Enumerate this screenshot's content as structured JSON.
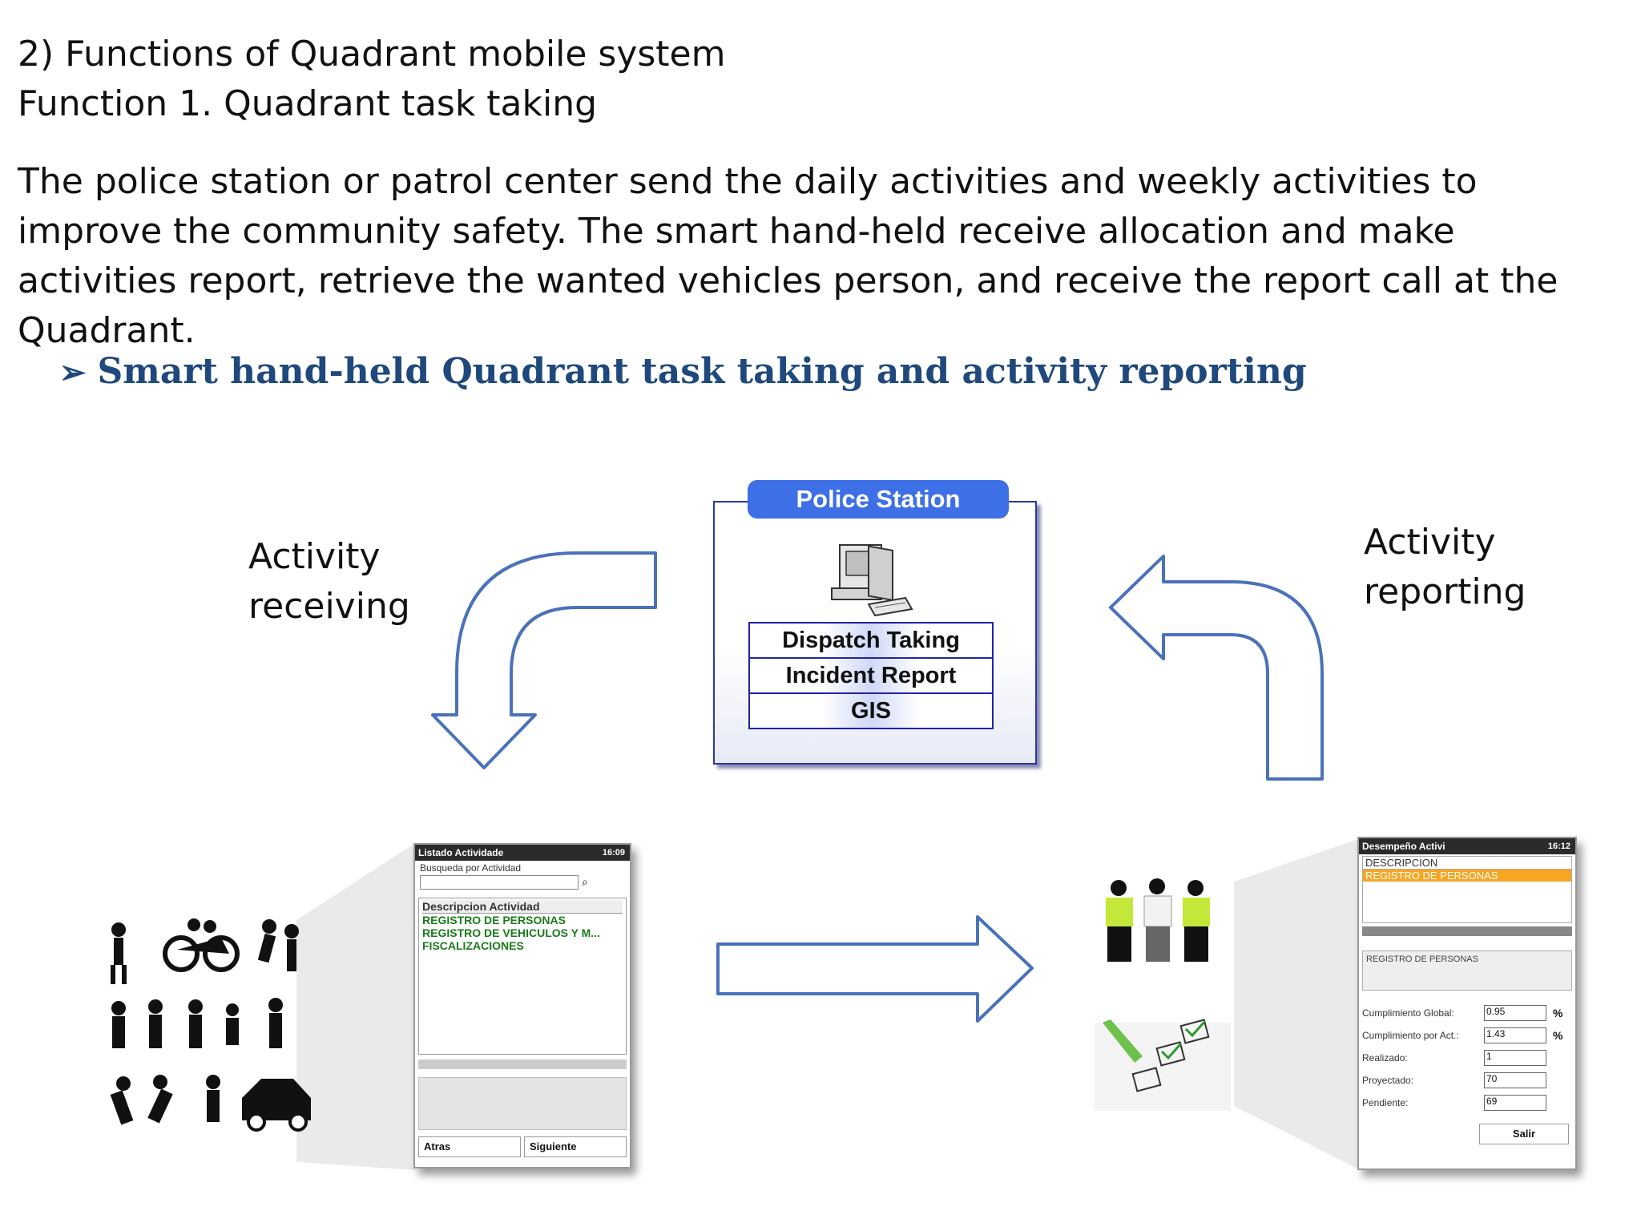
{
  "heading": {
    "line1": "2) Functions of Quadrant mobile system",
    "line2": "Function 1. Quadrant task taking"
  },
  "paragraph": "The police station or patrol center send the daily activities and weekly activities to improve the community safety. The smart hand-held receive allocation and make activities report, retrieve the wanted vehicles person, and receive the report call at the Quadrant.",
  "subtitle": {
    "bullet": "➢",
    "text": "Smart hand-held Quadrant task taking and activity reporting"
  },
  "labels": {
    "receiving_line1": "Activity",
    "receiving_line2": "receiving",
    "reporting_line1": "Activity",
    "reporting_line2": "reporting"
  },
  "station": {
    "title": "Police Station",
    "items": [
      "Dispatch Taking",
      "Incident Report",
      "GIS"
    ],
    "icon": "computer-icon"
  },
  "left_screen": {
    "status_title": "Listado Actividade",
    "status_time": "16:09",
    "search_label": "Busqueda por Actividad",
    "list_header": "Descripcion Actividad",
    "items": [
      "REGISTRO DE PERSONAS",
      "REGISTRO DE VEHICULOS Y M...",
      "FISCALIZACIONES"
    ],
    "back_button": "Atras",
    "next_button": "Siguiente"
  },
  "right_screen": {
    "status_title": "Desempeño Activi",
    "status_time": "16:12",
    "column_header": "DESCRIPCION",
    "selected_item": "REGISTRO DE PERSONAS",
    "detail_label": "REGISTRO DE PERSONAS",
    "fields": [
      {
        "label": "Cumplimiento Global:",
        "value": "0.95",
        "unit": "%"
      },
      {
        "label": "Cumplimiento por Act.:",
        "value": "1.43",
        "unit": "%"
      },
      {
        "label": "Realizado:",
        "value": "1",
        "unit": ""
      },
      {
        "label": "Proyectado:",
        "value": "70",
        "unit": ""
      },
      {
        "label": "Pendiente:",
        "value": "69",
        "unit": ""
      }
    ],
    "exit_button": "Salir"
  },
  "colors": {
    "arrow_stroke": "#4a72b8",
    "subtitle": "#1f497d",
    "station_title_bg": "#3d6fe6",
    "station_border": "#2b3a9e"
  }
}
